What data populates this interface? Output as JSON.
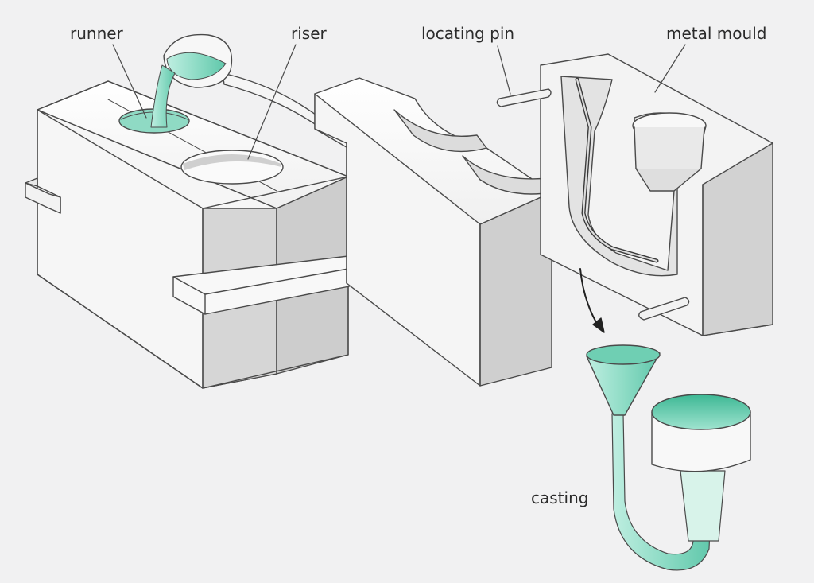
{
  "labels": {
    "runner": "runner",
    "riser": "riser",
    "locating_pin": "locating pin",
    "metal_mould": "metal mould",
    "casting": "casting"
  },
  "colors": {
    "background": "#f1f1f2",
    "outline": "#4a4a4a",
    "face_light": "#f9f9f9",
    "face_mid": "#e8e8e8",
    "face_dark": "#cfcfcf",
    "metal": "#7fd4bd",
    "metal_dark": "#3fb79a",
    "label_text": "#2b2b2b"
  }
}
